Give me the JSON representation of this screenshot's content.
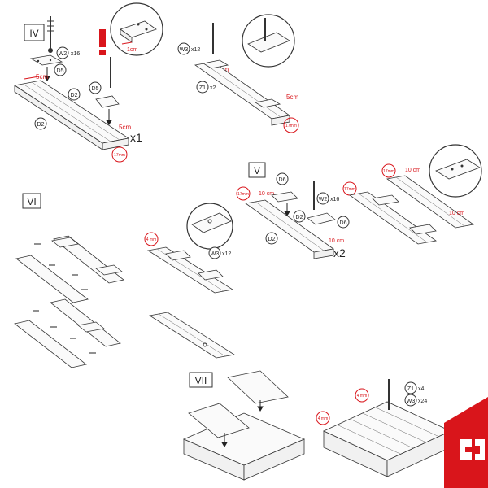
{
  "steps": {
    "iv": "IV",
    "v": "V",
    "vi": "VI",
    "vii": "VII"
  },
  "parts": {
    "w2_x16": "x16",
    "w3_x12": "x12",
    "z1_x2": "x2",
    "z1_x4": "x4",
    "w3_x24": "x24",
    "x1": "x1",
    "x2": "x2"
  },
  "labels": {
    "w2": "W2",
    "w3": "W3",
    "z1": "Z1",
    "d2": "D2",
    "d5": "D5",
    "d6": "D6"
  },
  "measures": {
    "one_cm": "1cm",
    "five_cm": "5cm",
    "seventeen_mm": "17mm",
    "ten_cm": "10 cm",
    "four_mm": "4 mm"
  },
  "colors": {
    "accent": "#d9151b",
    "line": "#333333"
  },
  "icons": {
    "warning": "exclamation-warning-icon",
    "brand": "brand-logo-icon"
  }
}
